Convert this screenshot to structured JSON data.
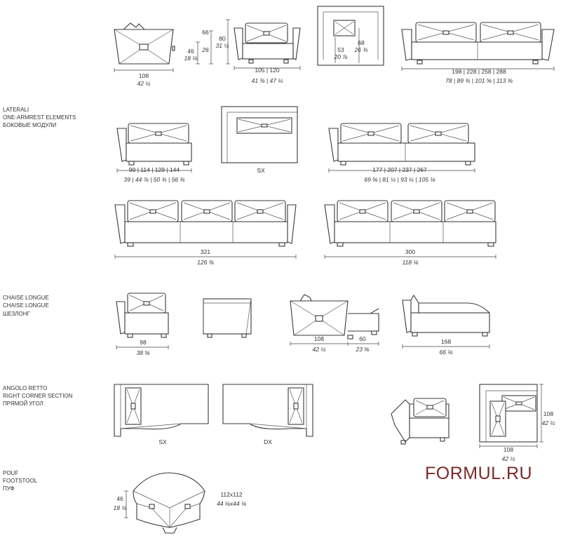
{
  "sections": {
    "lateral": [
      "LATERALI",
      "ONE-ARMREST ELEMENTS",
      "БОКОВЫЕ МОДУЛИ"
    ],
    "chaise": [
      "CHAISE LONGUE",
      "CHAISE LONGUE",
      "ШЕЗЛОНГ"
    ],
    "angolo": [
      "ANGOLO RETTO",
      "RIGHT CORNER SECTION",
      "ПРЯМОЙ УГОЛ"
    ],
    "pouf": [
      "POUF",
      "FOOTSTOOL",
      "ПУФ"
    ]
  },
  "dims": {
    "side_width_cm": "108",
    "side_width_in": "42 ½",
    "height_46": "46",
    "height_46_in": "18 ⅛",
    "height_66": "66",
    "height_66_in": "26",
    "height_80": "80",
    "height_80_in": "31 ½",
    "armchair_w_cm": "105 | 120",
    "armchair_w_in": "41 ⅜ | 47 ¼",
    "seat_53": "53",
    "seat_53_in": "20 ⅞",
    "seat_68": "68",
    "seat_68_in": "26 ¾",
    "sofa_w_cm": "198 | 228 | 258 | 288",
    "sofa_w_in": "78 | 89 ¾ | 101 ⅝ | 113 ⅜",
    "lat1_w_cm": "99 | 114 | 129 | 144",
    "lat1_w_in": "39 | 44 ⅞ | 50 ¾ | 56 ¾",
    "sx": "SX",
    "lat2_w_cm": "177 | 207 | 237 | 267",
    "lat2_w_in": "69 ⅝ | 81 ½ | 93 ¼ | 105 ⅛",
    "three_w_cm": "321",
    "three_w_in": "126 ⅜",
    "three2_w_cm": "300",
    "three2_w_in": "118 ⅛",
    "chaise_w_cm": "98",
    "chaise_w_in": "38 ⅝",
    "chaise_side_cm": "108",
    "chaise_side_in": "42 ½",
    "chaise_ext_cm": "60",
    "chaise_ext_in": "23 ⅝",
    "chaise_len_cm": "168",
    "chaise_len_in": "66 ⅛",
    "corner_sx": "SX",
    "corner_dx": "DX",
    "corner_h_cm": "108",
    "corner_h_in": "42 ½",
    "corner_w_cm": "108",
    "corner_w_in": "42 ½",
    "pouf_h": "46",
    "pouf_h_in": "18 ⅛",
    "pouf_size_cm": "112x112",
    "pouf_size_in": "44 ⅛x44 ⅛"
  },
  "brand": "FORMUL.RU",
  "colors": {
    "line": "#3a3a3a",
    "brand": "#7b2a2a"
  }
}
